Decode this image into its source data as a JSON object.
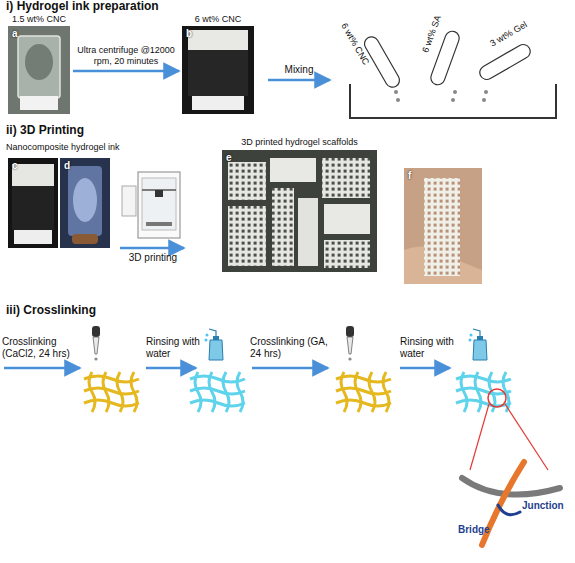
{
  "diagram": {
    "nodes": [
      {
        "text": [
          "1.5 wt% CNC",
          "a"
        ]
      },
      {
        "text": [
          "6 wt% CNC",
          "b"
        ]
      },
      {
        "text": [
          "c"
        ]
      },
      {
        "text": [
          "d"
        ]
      },
      {
        "text": [
          "e"
        ]
      },
      {
        "text": [
          "f"
        ]
      }
    ],
    "edges": [
      {
        "from": 0,
        "to": 1,
        "label": "Ultra centrifuge @12000 rpm, 20 minutes",
        "arrow": "to"
      }
    ],
    "labels": [
      "i) Hydrogel ink preparation",
      "Mixing",
      "6 wt% CNC",
      "6 wt% SA",
      "3 wt% Gel",
      "ii) 3D Printing",
      "Nanocomposite hydrogel ink",
      "3D printing",
      "3D printed hydrogel scaffolds",
      "iii) Crosslinking",
      "Crosslinking (CaCl2, 24 hrs)",
      "Rinsing with water",
      "Crosslinking (GA, 24 hrs)",
      "Rinsing with water",
      "Junction",
      "Bridge"
    ]
  }
}
